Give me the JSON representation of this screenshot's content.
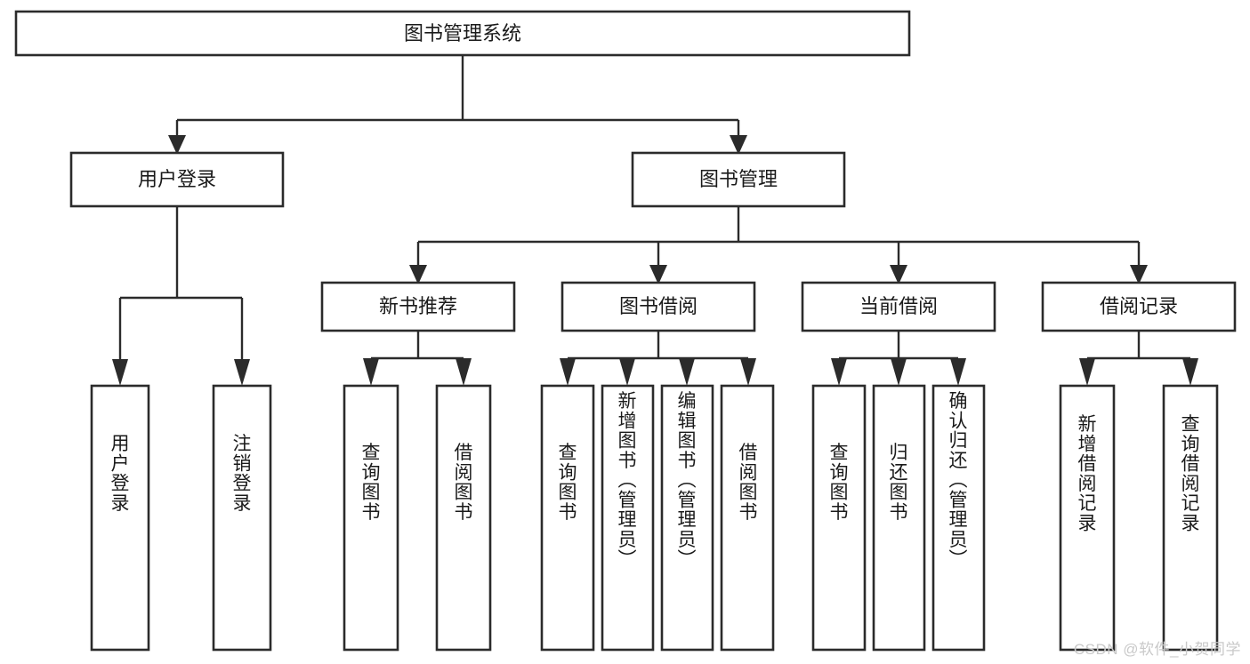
{
  "diagram": {
    "title": "图书管理系统",
    "type": "tree",
    "orientation": "top-down",
    "colors": {
      "box_fill": "#ffffff",
      "box_stroke": "#2b2b2b",
      "text": "#1a1a1a",
      "connector": "#2b2b2b",
      "watermark": "#c9c9c9",
      "background": "#ffffff"
    },
    "watermark": "CSDN @软件_小贺同学",
    "levels": {
      "level1": [
        {
          "id": "root",
          "label": "图书管理系统"
        }
      ],
      "level2": [
        {
          "id": "user-login",
          "label": "用户登录",
          "parent": "root"
        },
        {
          "id": "book-manage",
          "label": "图书管理",
          "parent": "root"
        }
      ],
      "level3": [
        {
          "id": "new-book-rec",
          "label": "新书推荐",
          "parent": "book-manage"
        },
        {
          "id": "book-borrow",
          "label": "图书借阅",
          "parent": "book-manage"
        },
        {
          "id": "current-borrow",
          "label": "当前借阅",
          "parent": "book-manage"
        },
        {
          "id": "borrow-record",
          "label": "借阅记录",
          "parent": "book-manage"
        }
      ],
      "leaves": [
        {
          "id": "leaf-user-login",
          "label": "用户登录",
          "parent": "user-login"
        },
        {
          "id": "leaf-user-logout",
          "label": "注销登录",
          "parent": "user-login"
        },
        {
          "id": "leaf-query-book-1",
          "label": "查询图书",
          "parent": "new-book-rec"
        },
        {
          "id": "leaf-borrow-book-1",
          "label": "借阅图书",
          "parent": "new-book-rec"
        },
        {
          "id": "leaf-query-book-2",
          "label": "查询图书",
          "parent": "book-borrow"
        },
        {
          "id": "leaf-add-book",
          "label": "新增图书（管理员）",
          "parent": "book-borrow"
        },
        {
          "id": "leaf-edit-book",
          "label": "编辑图书（管理员）",
          "parent": "book-borrow"
        },
        {
          "id": "leaf-borrow-book-2",
          "label": "借阅图书",
          "parent": "book-borrow"
        },
        {
          "id": "leaf-query-book-3",
          "label": "查询图书",
          "parent": "current-borrow"
        },
        {
          "id": "leaf-return-book",
          "label": "归还图书",
          "parent": "current-borrow"
        },
        {
          "id": "leaf-confirm-return",
          "label": "确认归还（管理员）",
          "parent": "current-borrow"
        },
        {
          "id": "leaf-add-record",
          "label": "新增借阅记录",
          "parent": "borrow-record"
        },
        {
          "id": "leaf-query-record",
          "label": "查询借阅记录",
          "parent": "borrow-record"
        }
      ]
    }
  }
}
